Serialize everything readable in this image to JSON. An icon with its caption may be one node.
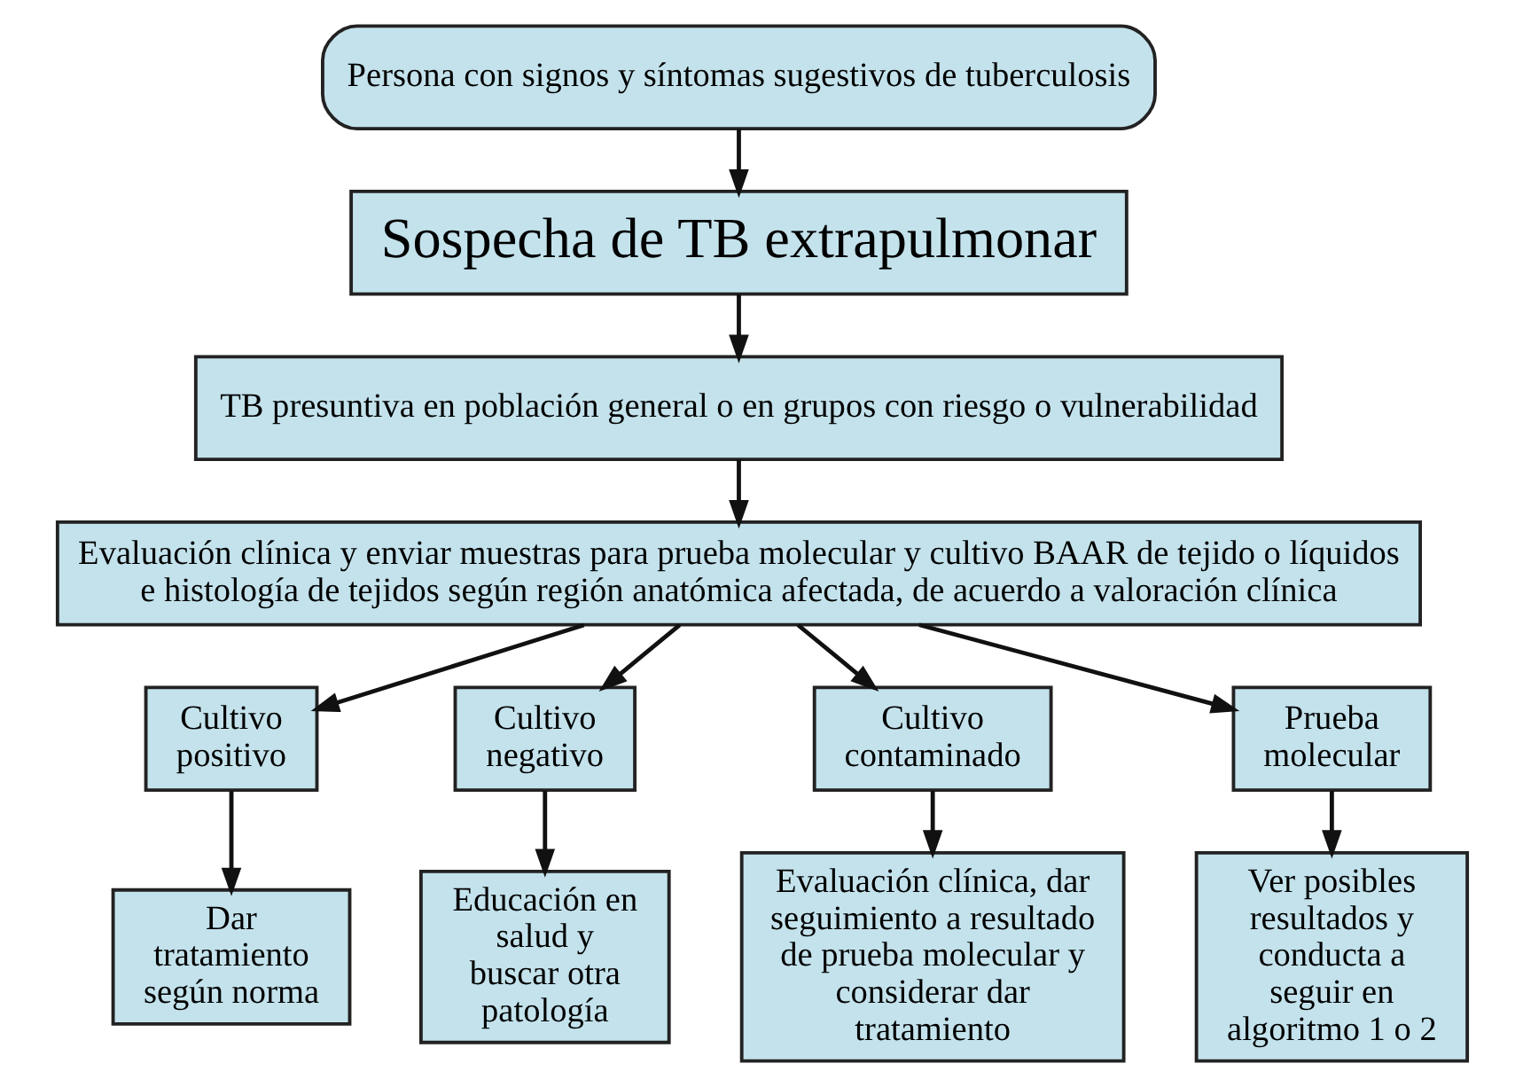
{
  "diagram": {
    "nodes": [
      {
        "text": [
          "Persona con signos y síntomas sugestivos de tuberculosis"
        ]
      },
      {
        "text": [
          "Sospecha de TB extrapulmonar"
        ]
      },
      {
        "text": [
          "TB presuntiva en población general o en grupos con riesgo o vulnerabilidad"
        ]
      },
      {
        "text": [
          "Evaluación clínica y enviar muestras para prueba molecular y cultivo BAAR de tejido o líquidos e histología de tejidos según región anatómica afectada, de acuerdo a valoración clínica"
        ]
      },
      {
        "text": [
          "Cultivo positivo"
        ]
      },
      {
        "text": [
          "Cultivo negativo"
        ]
      },
      {
        "text": [
          "Cultivo contaminado"
        ]
      },
      {
        "text": [
          "Prueba molecular"
        ]
      },
      {
        "text": [
          "Dar tratamiento según norma"
        ]
      },
      {
        "text": [
          "Educación en salud y buscar otra patología"
        ]
      },
      {
        "text": [
          "Evaluación clínica, dar seguimiento a resultado de prueba molecular y considerar dar tratamiento"
        ]
      },
      {
        "text": [
          "Ver posibles resultados y conducta a seguir en algoritmo 1 o 2"
        ]
      }
    ],
    "edges": [
      {
        "from": 0,
        "to": 1,
        "arrow": "to"
      },
      {
        "from": 1,
        "to": 2,
        "arrow": "to"
      },
      {
        "from": 2,
        "to": 3,
        "arrow": "to"
      },
      {
        "from": 3,
        "to": 4,
        "arrow": "to"
      },
      {
        "from": 3,
        "to": 5,
        "arrow": "to"
      },
      {
        "from": 3,
        "to": 6,
        "arrow": "to"
      },
      {
        "from": 3,
        "to": 7,
        "arrow": "to"
      },
      {
        "from": 4,
        "to": 8,
        "arrow": "to"
      },
      {
        "from": 5,
        "to": 9,
        "arrow": "to"
      },
      {
        "from": 6,
        "to": 10,
        "arrow": "to"
      },
      {
        "from": 7,
        "to": 11,
        "arrow": "to"
      }
    ]
  }
}
